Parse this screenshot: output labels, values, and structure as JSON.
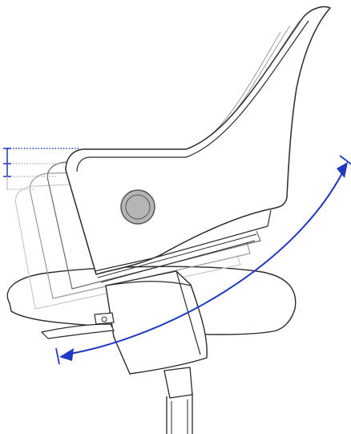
{
  "diagram": {
    "subject": "seat-tilt-adjustment",
    "colors": {
      "outline": "#2a2a2a",
      "ghost_1": "#c9c9c9",
      "ghost_2": "#9a9a9a",
      "ghost_3": "#6a6a6a",
      "knob": "#b5b5b5",
      "knob_stroke": "#555555",
      "arrow": "#1f39c4",
      "height_marker": "#1f39c4",
      "height_marker_dotted": "#b8b8b8"
    },
    "tilt_positions": 4,
    "height_levels": 3,
    "icons": {
      "tilt_arrow": "double-headed-curved-arrow",
      "height_marker": "dotted-height-levels",
      "knob": "tilt-adjustment-knob"
    }
  }
}
